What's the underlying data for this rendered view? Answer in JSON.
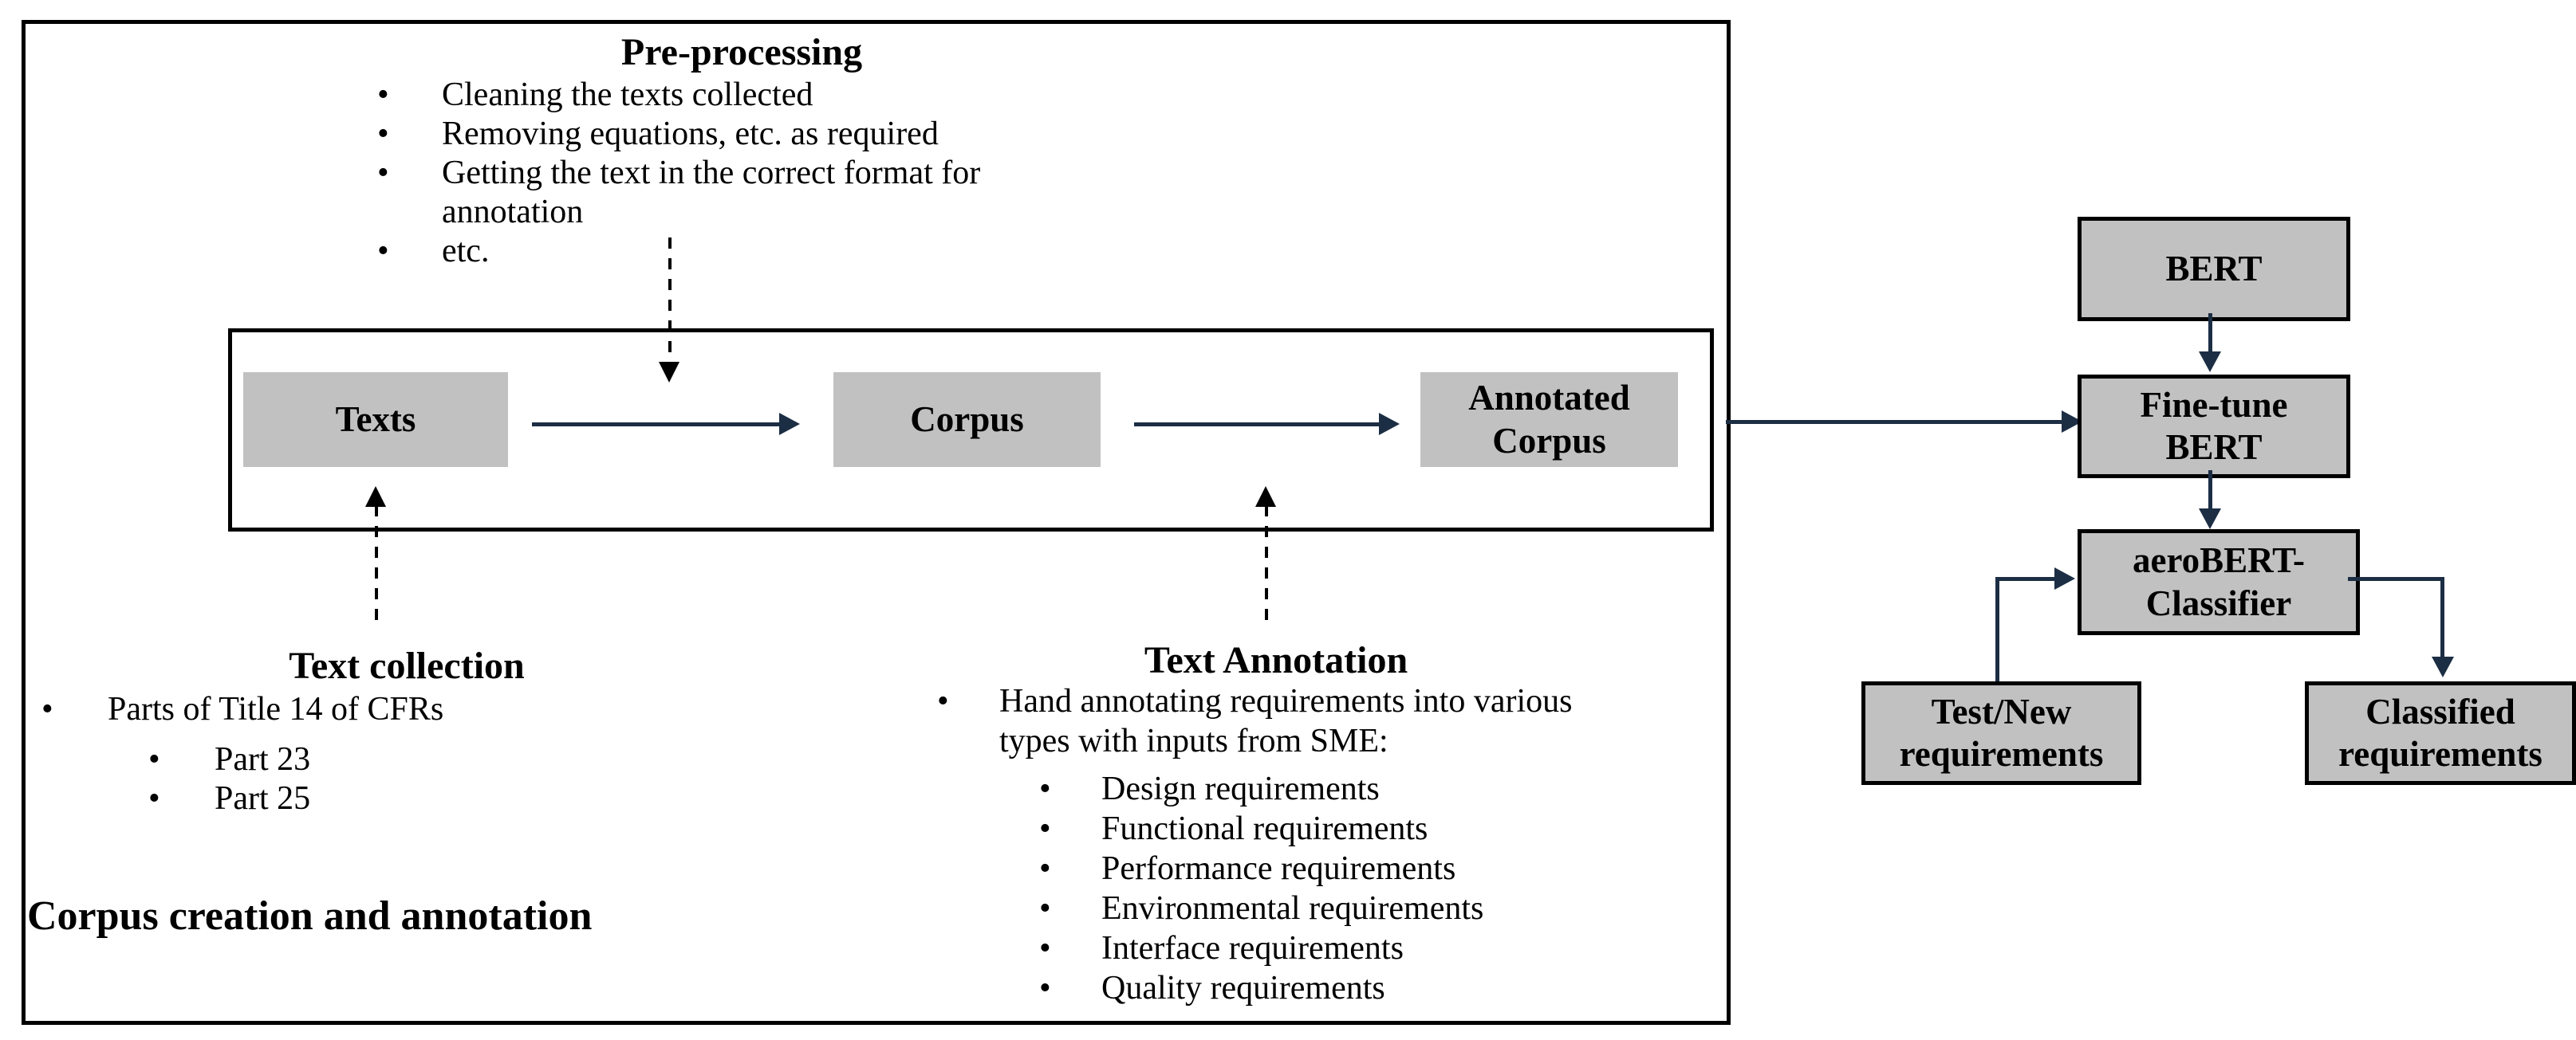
{
  "preprocessing": {
    "title": "Pre-processing",
    "items": [
      "Cleaning the texts collected",
      "Removing equations, etc. as required",
      "Getting the text in the correct format for annotation",
      "etc."
    ]
  },
  "pipeline": {
    "texts": "Texts",
    "corpus": "Corpus",
    "annotated_corpus": "Annotated\nCorpus"
  },
  "text_collection": {
    "title": "Text collection",
    "item": "Parts of Title 14 of CFRs",
    "subitems": [
      "Part 23",
      "Part 25"
    ]
  },
  "text_annotation": {
    "title": "Text Annotation",
    "item": "Hand annotating requirements into various types with inputs from SME:",
    "subitems": [
      "Design requirements",
      "Functional requirements",
      "Performance requirements",
      "Environmental requirements",
      "Interface requirements",
      "Quality requirements"
    ]
  },
  "caption": "Corpus creation and annotation",
  "bert_flow": {
    "bert": "BERT",
    "fine_tune": "Fine-tune\nBERT",
    "classifier": "aeroBERT-\nClassifier",
    "test_new": "Test/New\nrequirements",
    "classified": "Classified\nrequirements"
  },
  "bullet": "•",
  "colors": {
    "box_fill": "#c1c1c1",
    "arrow": "#1c2e44",
    "line": "#000000"
  }
}
